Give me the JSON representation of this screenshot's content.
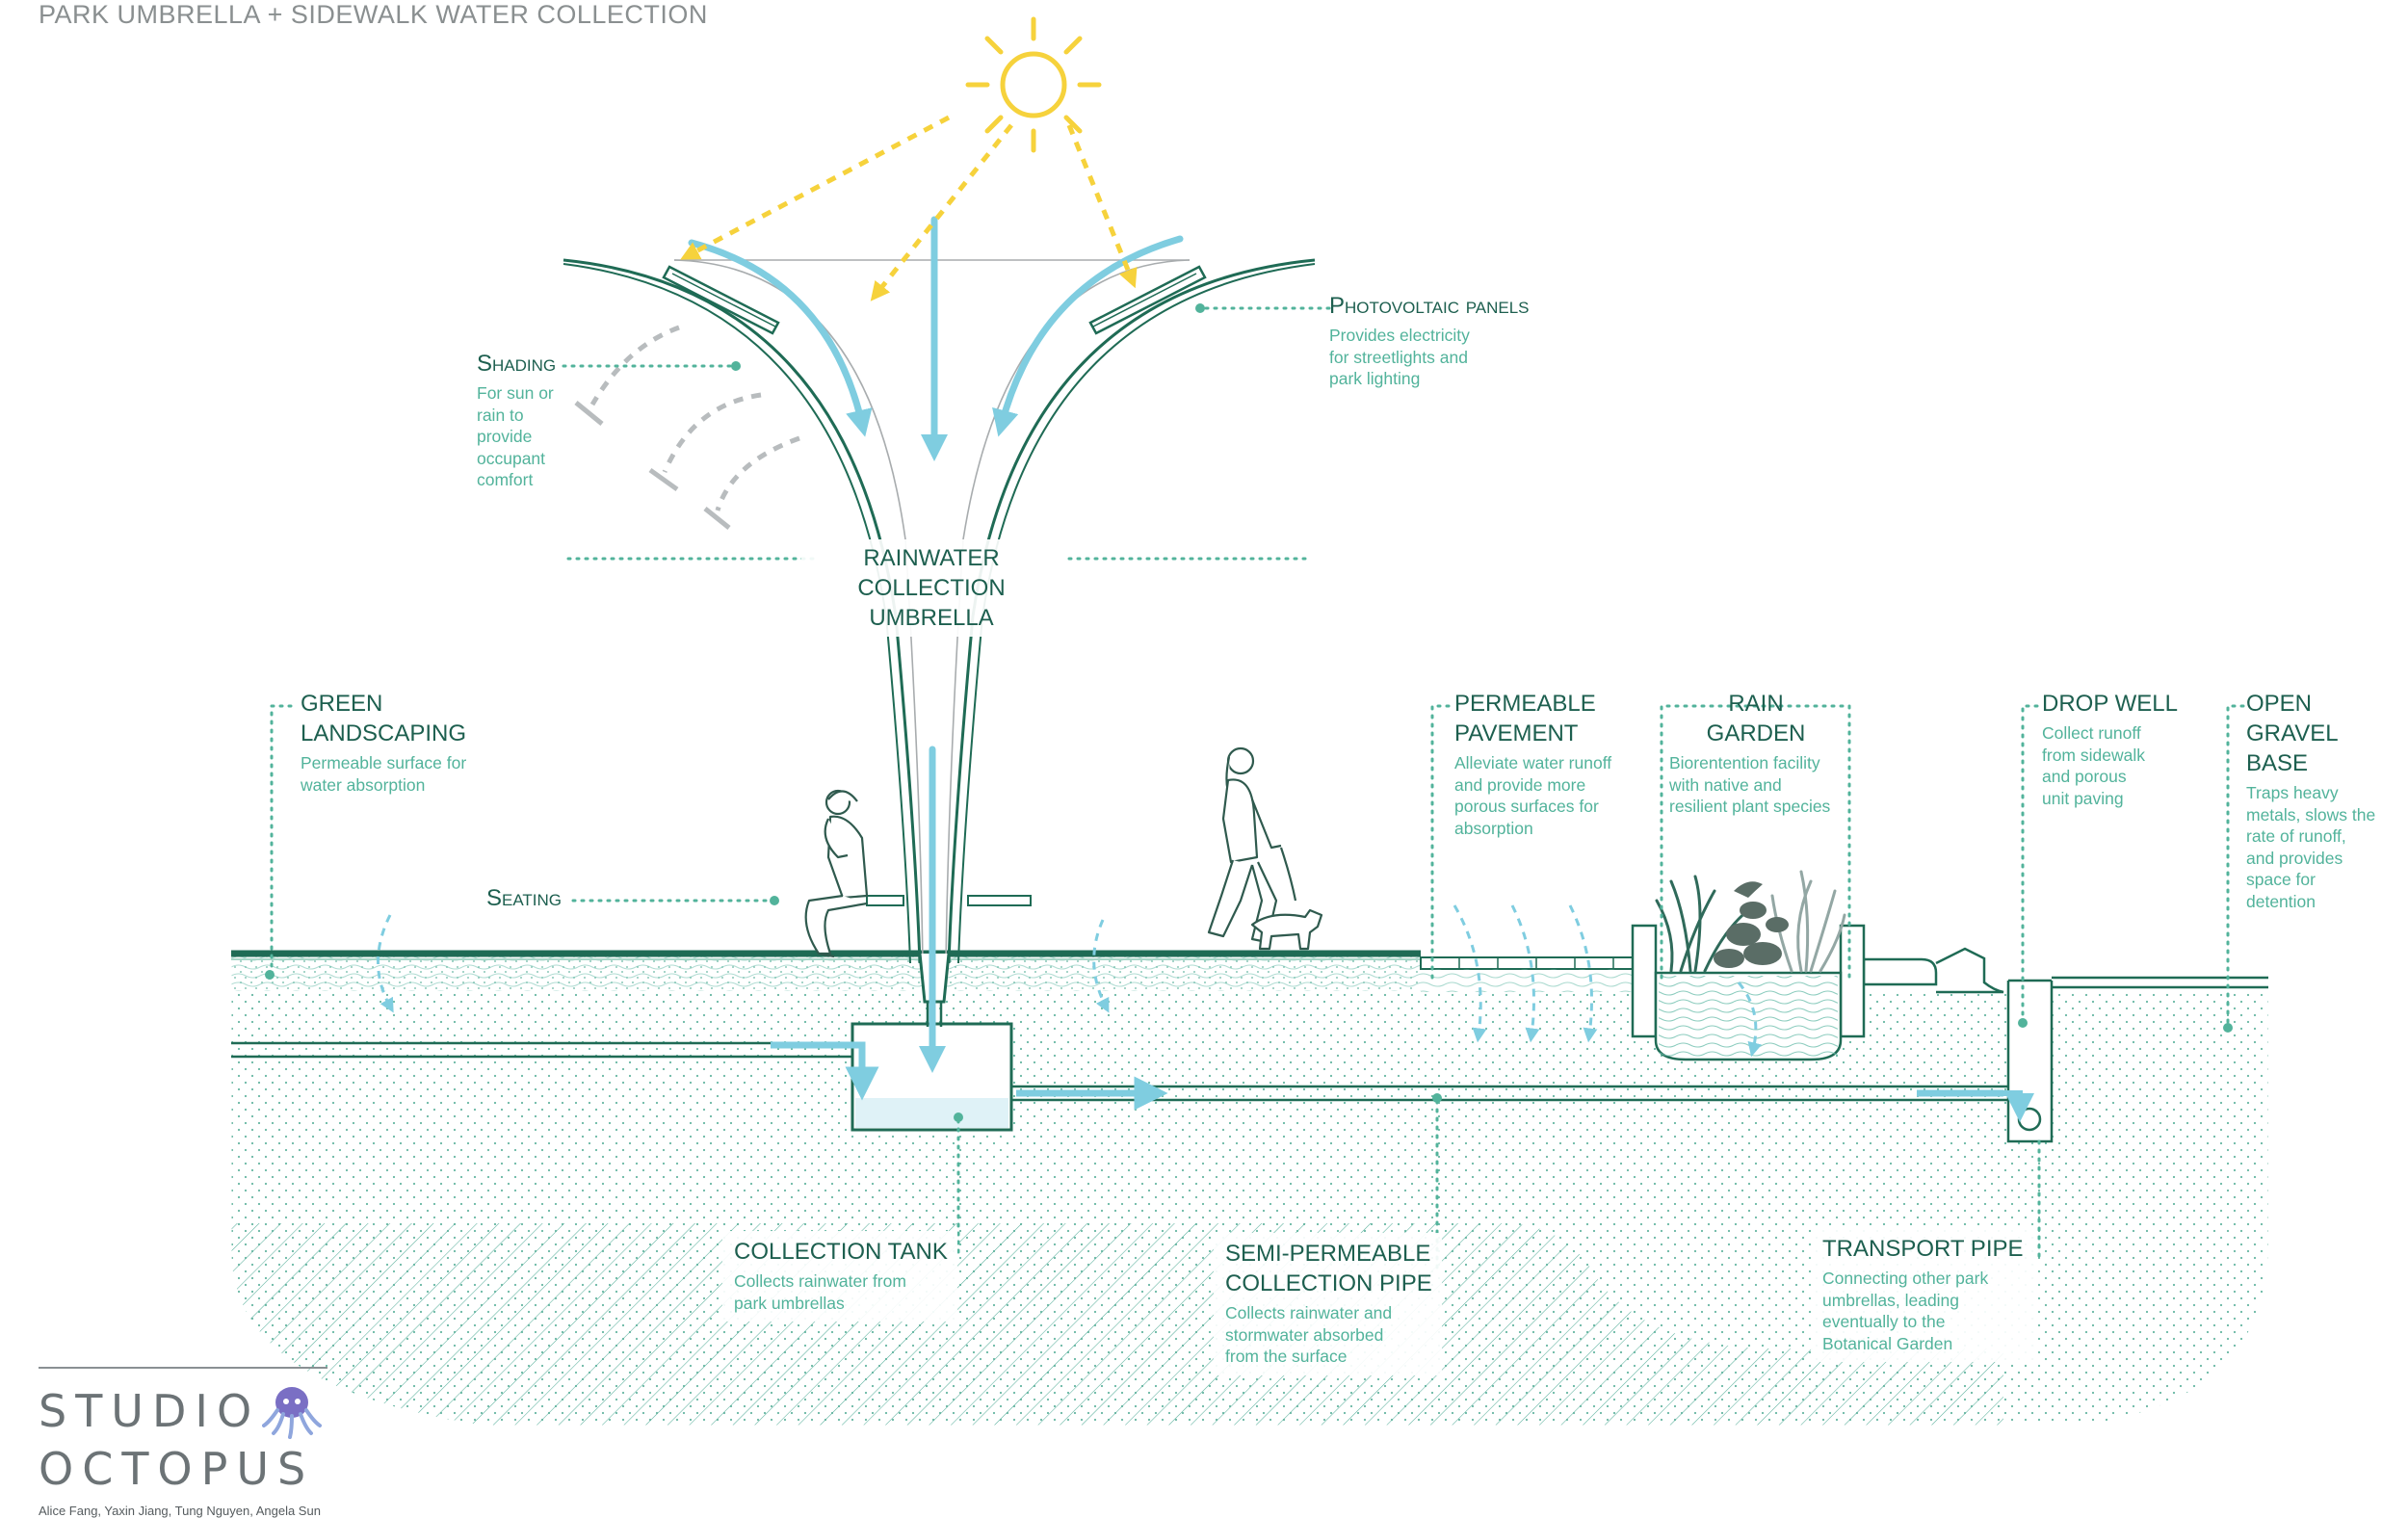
{
  "title": "PARK UMBRELLA + SIDEWALK WATER COLLECTION",
  "colors": {
    "structure": "#1f6b55",
    "water": "#7fcde0",
    "sun": "#f6d23c",
    "label": "#1d5f4f",
    "description": "#52b39b",
    "soil_dots": "#67b7a2",
    "gray_arrows": "#b8bcbe"
  },
  "icons": [
    "sun-icon",
    "person-seated-icon",
    "person-walking-dog-icon",
    "rain-garden-plants-icon"
  ],
  "labels": {
    "photovoltaic": {
      "head": "Photovoltaic panels",
      "desc": [
        "Provides electricity",
        "for streetlights and",
        "park lighting"
      ]
    },
    "shading": {
      "head": "Shading",
      "desc": [
        "For sun or",
        "rain to",
        "provide",
        "occupant",
        "comfort"
      ]
    },
    "umbrella": {
      "head": [
        "RAINWATER COLLECTION",
        "UMBRELLA"
      ]
    },
    "green_landscaping": {
      "head": [
        "GREEN",
        "LANDSCAPING"
      ],
      "desc": [
        "Permeable surface for",
        "water absorption"
      ]
    },
    "seating": {
      "head": "Seating"
    },
    "permeable_pavement": {
      "head": [
        "PERMEABLE",
        "PAVEMENT"
      ],
      "desc": [
        "Alleviate water runoff",
        "and provide more",
        "porous surfaces for",
        "absorption"
      ]
    },
    "rain_garden": {
      "head": [
        "RAIN",
        "GARDEN"
      ],
      "desc": [
        "Biorentention facility",
        "with native and",
        "resilient plant species"
      ]
    },
    "drop_well": {
      "head": [
        "DROP WELL"
      ],
      "desc": [
        "Collect runoff",
        "from sidewalk",
        "and porous",
        "unit paving"
      ]
    },
    "gravel_base": {
      "head": [
        "OPEN GRAVEL",
        "BASE"
      ],
      "desc": [
        "Traps heavy",
        "metals, slows the",
        "rate of runoff,",
        "and provides",
        "space for",
        "detention"
      ]
    },
    "collection_tank": {
      "head": "COLLECTION TANK",
      "desc": [
        "Collects rainwater from",
        "park umbrellas"
      ]
    },
    "collection_pipe": {
      "head": [
        "SEMI-PERMEABLE",
        "COLLECTION PIPE"
      ],
      "desc": [
        "Collects rainwater and",
        "stormwater absorbed",
        "from the surface"
      ]
    },
    "transport_pipe": {
      "head": "TRANSPORT PIPE",
      "desc": [
        "Connecting other park",
        "umbrellas, leading",
        "eventually to the",
        "Botanical Garden"
      ]
    }
  },
  "brand": {
    "line1": "STUDIO",
    "line2": "OCTOPUS",
    "credits": "Alice Fang, Yaxin Jiang, Tung Nguyen, Angela Sun"
  }
}
